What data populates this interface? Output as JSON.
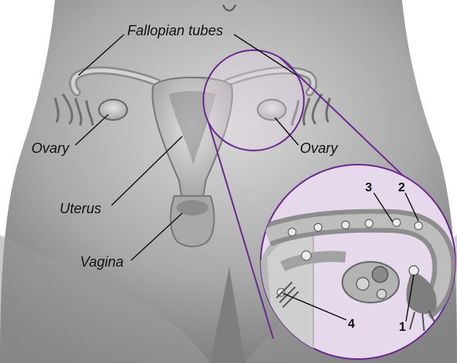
{
  "labels": {
    "fallopian_tubes": "Fallopian tubes",
    "ovary_left": "Ovary",
    "ovary_right": "Ovary",
    "uterus": "Uterus",
    "vagina": "Vagina"
  },
  "numbers": {
    "n1": "1",
    "n2": "2",
    "n3": "3",
    "n4": "4"
  },
  "colors": {
    "highlight_ring": "#6b2a8f",
    "inset_fill": "#e6d9ec",
    "body_gray": "#8e8e8e",
    "organ_gray": "#b9b9b9"
  }
}
